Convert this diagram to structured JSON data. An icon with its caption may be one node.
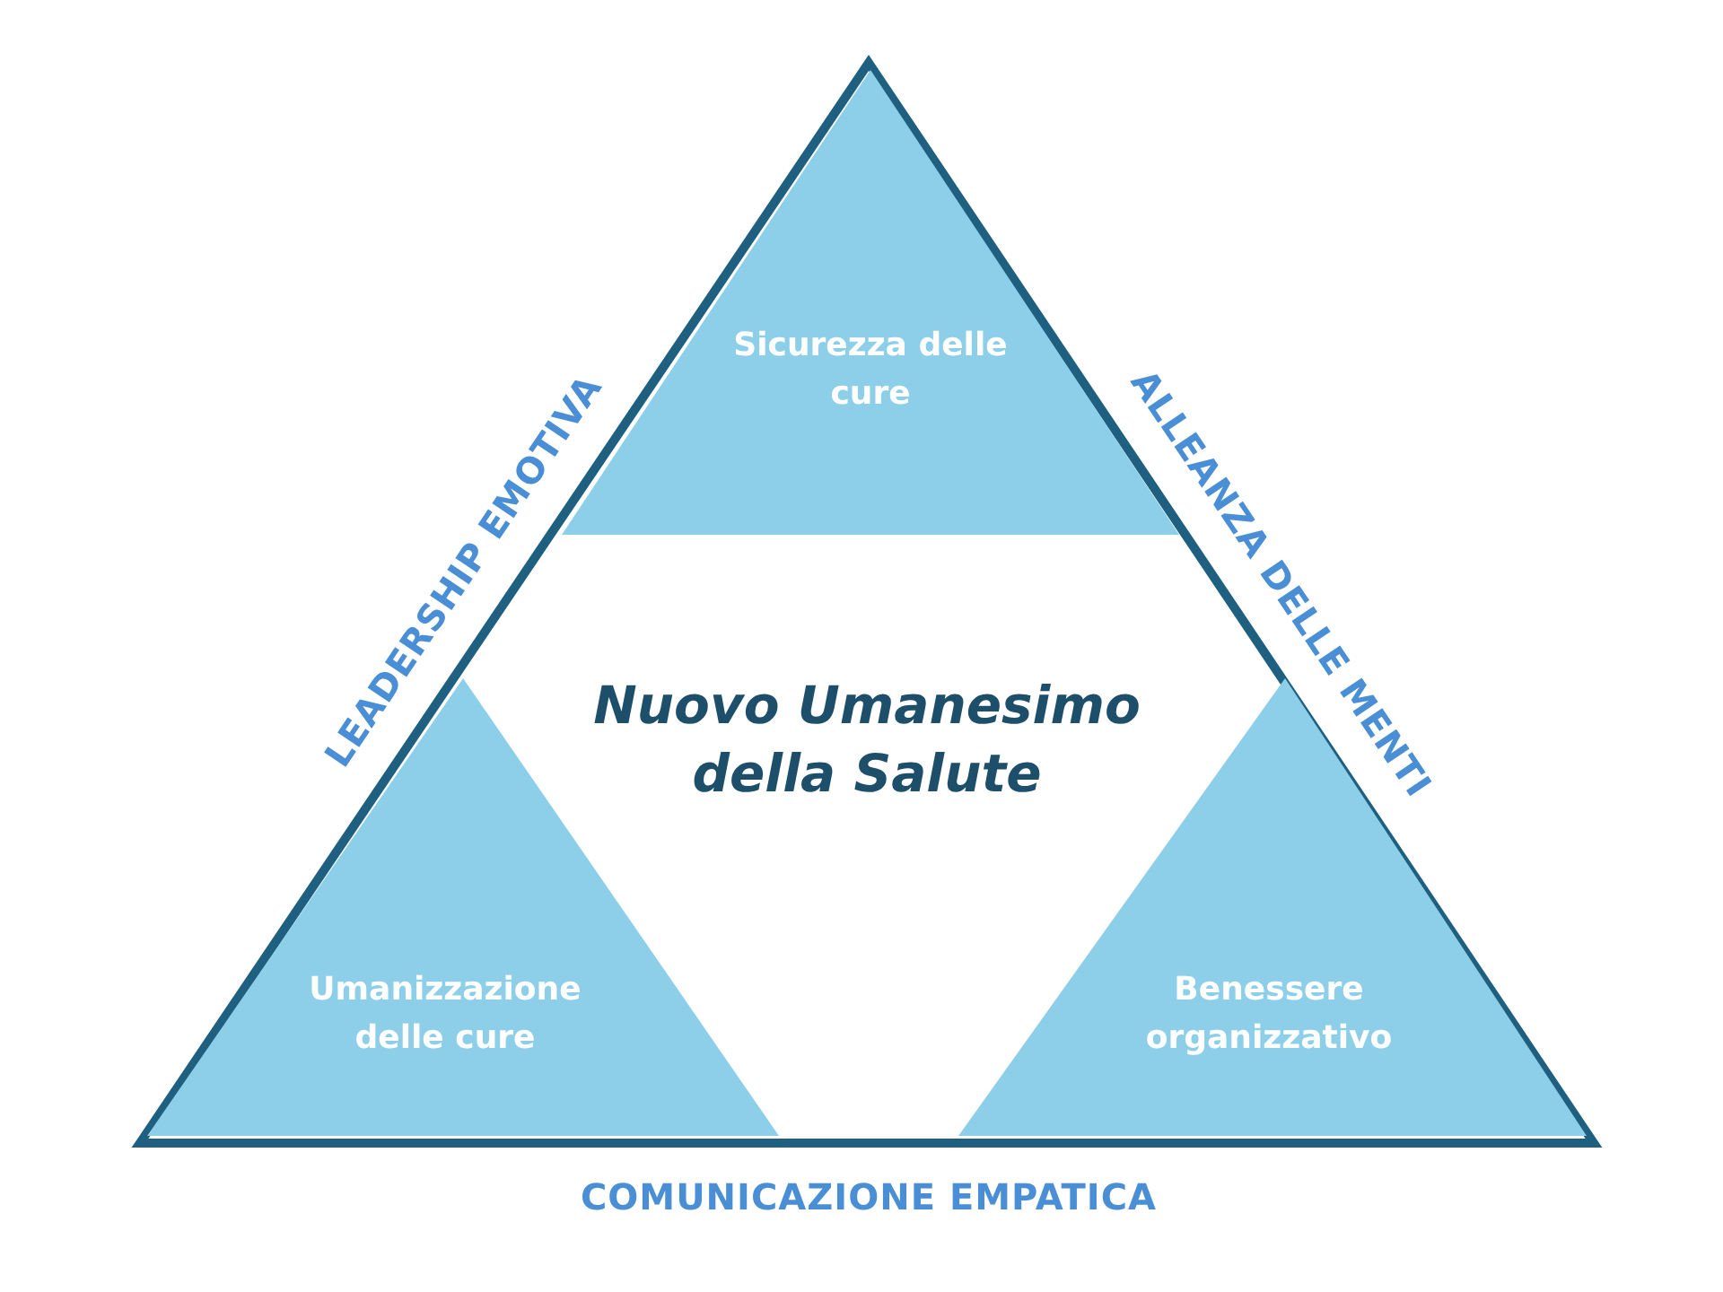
{
  "diagram": {
    "nodes": [
      {
        "text": [
          "Nuovo Umanesimo della Salute"
        ]
      },
      {
        "text": [
          "Sicurezza delle cure"
        ],
        "in": 0
      },
      {
        "text": [
          "Umanizzazione delle cure"
        ],
        "in": 0
      },
      {
        "text": [
          "Benessere organizzativo"
        ],
        "in": 0
      }
    ],
    "labels": [
      "LEADERSHIP EMOTIVA",
      "ALLEANZA DELLE MENTI",
      "COMUNICAZIONE EMPATICA"
    ]
  }
}
